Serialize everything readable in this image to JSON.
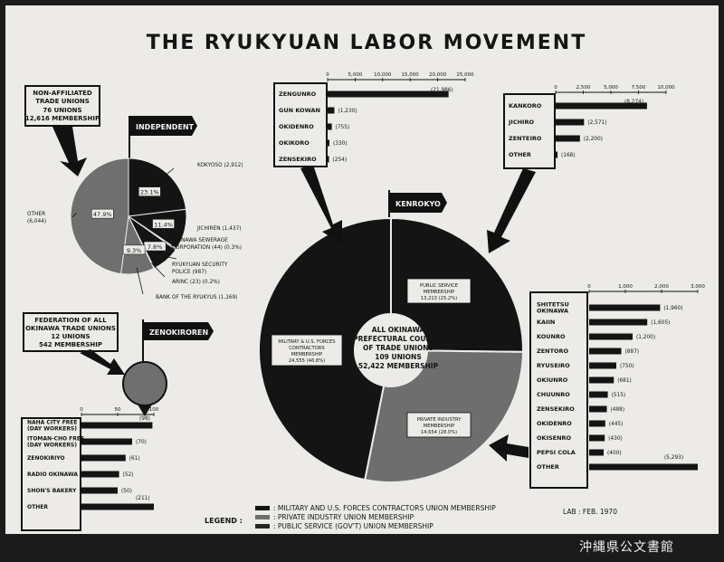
{
  "title": "THE RYUKYUAN LABOR MOVEMENT",
  "lab_date": "LAB : FEB. 1970",
  "archive_mark": "沖縄県公文書館",
  "colors": {
    "military": "#141414",
    "private": "#6e6e6e",
    "public": "#262626",
    "paper": "#ecebe7",
    "pie_light": "#6f6f6f"
  },
  "legend": {
    "title": "LEGEND :",
    "items": [
      {
        "label": ": MILITARY AND U.S. FORCES CONTRACTORS UNION MEMBERSHIP",
        "color": "#141414"
      },
      {
        "label": ": PRIVATE INDUSTRY UNION MEMBERSHIP",
        "color": "#6e6e6e"
      },
      {
        "label": ": PUBLIC SERVICE  (GOV'T) UNION MEMBERSHIP",
        "color": "#262626"
      }
    ]
  },
  "independent": {
    "callout": [
      "NON-AFFILIATED",
      "TRADE UNIONS",
      "76 UNIONS",
      "12,616 MEMBERSHIP"
    ],
    "flag": "INDEPENDENT"
  },
  "zenokiroren": {
    "callout": [
      "FEDERATION OF ALL",
      "OKINAWA TRADE UNIONS",
      "12 UNIONS",
      "542 MEMBERSHIP"
    ],
    "flag": "ZENOKIROREN"
  },
  "kenrokyo": {
    "flag": "KENROKYO",
    "center": [
      "ALL OKINAWA",
      "PREFECTURAL COUNCIL",
      "OF TRADE UNIONS",
      "109  UNIONS",
      "52,422  MEMBERSHIP"
    ]
  },
  "chart_data": [
    {
      "id": "independent-pie",
      "type": "pie",
      "slices": [
        {
          "label": "KOKYOSO",
          "value": 2912,
          "value_text": "(2,912)",
          "pct_text": "23.1%"
        },
        {
          "label": "JICHIREN",
          "value": 1437,
          "value_text": "(1,437)",
          "pct_text": "11.4%"
        },
        {
          "label": "OKINAWA SEWERAGE CORPORATION",
          "value": 44,
          "value_text": "(44) (0.3%)",
          "pct_text": ""
        },
        {
          "label": "RYUKYUAN SECURITY POLICE",
          "value": 987,
          "value_text": "(987)",
          "pct_text": "7.8%"
        },
        {
          "label": "ARINC",
          "value": 23,
          "value_text": "(23) (0.2%)",
          "pct_text": ""
        },
        {
          "label": "BANK OF THE RYUKYUS",
          "value": 1169,
          "value_text": "(1,169)",
          "pct_text": "9.3%"
        },
        {
          "label": "OTHER",
          "value": 6044,
          "value_text": "(6,044)",
          "pct_text": "47.9%"
        }
      ]
    },
    {
      "id": "kenrokyo-donut",
      "type": "pie",
      "slices": [
        {
          "label": "PUBLIC SERVICE MEMBERSHIP",
          "value": 13213,
          "value_text": "13,213 (25.2%)"
        },
        {
          "label": "PRIVATE INDUSTRY MEMBERSHIP",
          "value": 14654,
          "value_text": "14,654 (28.0%)"
        },
        {
          "label": "MILITARY & U.S. FORCES CONTRACTORS MEMBERSHIP",
          "value": 24555,
          "value_text": "24,555 (46.8%)"
        }
      ]
    },
    {
      "id": "military-bar",
      "type": "bar",
      "orientation": "horizontal",
      "xlim": [
        0,
        25000
      ],
      "ticks": [
        "0",
        "5,000",
        "10,000",
        "15,000",
        "20,000",
        "25,000"
      ],
      "categories": [
        "ZENGUNRO",
        "GUN KOWAN",
        "OKIDENRO",
        "OKIKORO",
        "ZENSEKIRO"
      ],
      "values": [
        21986,
        1230,
        755,
        330,
        254
      ],
      "value_labels": [
        "(21,986)",
        "(1,230)",
        "(755)",
        "(330)",
        "(254)"
      ]
    },
    {
      "id": "public-bar",
      "type": "bar",
      "orientation": "horizontal",
      "xlim": [
        0,
        10000
      ],
      "ticks": [
        "0",
        "2,500",
        "5,000",
        "7,500",
        "10,000"
      ],
      "categories": [
        "KANKORO",
        "JICHIRO",
        "ZENTEIRO",
        "OTHER"
      ],
      "values": [
        8274,
        2571,
        2200,
        168
      ],
      "value_labels": [
        "(8,274)",
        "(2,571)",
        "(2,200)",
        "(168)"
      ]
    },
    {
      "id": "private-bar",
      "type": "bar",
      "orientation": "horizontal",
      "xlim": [
        0,
        3000
      ],
      "ticks": [
        "0",
        "1,000",
        "2,000",
        "3,000"
      ],
      "categories": [
        "SHITETSU OKINAWA",
        "KAIIN",
        "KOUNRO",
        "ZENTORO",
        "RYUSEIRO",
        "OKIUNRO",
        "CHUUNRO",
        "ZENSEKIRO",
        "OKIDENRO",
        "OKISENRO",
        "PEPSI COLA",
        "OTHER"
      ],
      "values": [
        1960,
        1605,
        1200,
        887,
        750,
        681,
        515,
        488,
        445,
        430,
        400,
        5293
      ],
      "value_labels": [
        "(1,960)",
        "(1,605)",
        "(1,200)",
        "(887)",
        "(750)",
        "(681)",
        "(515)",
        "(488)",
        "(445)",
        "(430)",
        "(400)",
        "(5,293)"
      ]
    },
    {
      "id": "zenokiroren-bar",
      "type": "bar",
      "orientation": "horizontal",
      "xlim": [
        0,
        100
      ],
      "ticks": [
        "0",
        "50",
        "100"
      ],
      "categories": [
        "NAHA CITY FREE (DAY WORKERS)",
        "ITOMAN-CHO FREE (DAY WORKERS)",
        "ZENOKIRIYO",
        "RADIO OKINAWA",
        "SHON'S BAKERY",
        "OTHER"
      ],
      "values": [
        98,
        70,
        61,
        52,
        50,
        211
      ],
      "value_labels": [
        "(98)",
        "(70)",
        "(61)",
        "(52)",
        "(50)",
        "(211)"
      ]
    }
  ]
}
